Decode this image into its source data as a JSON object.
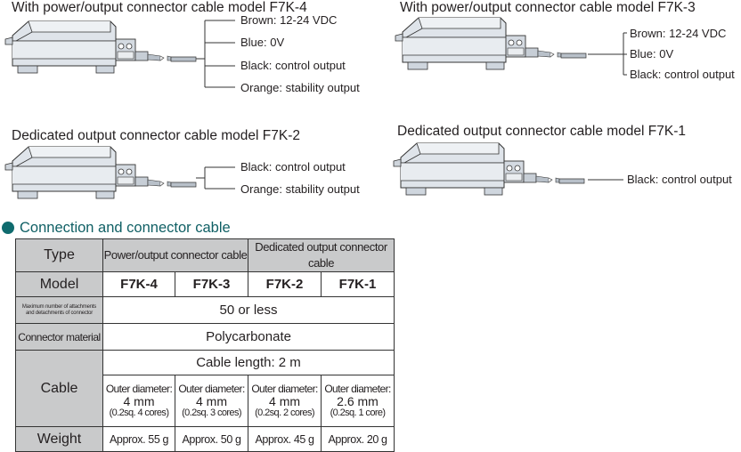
{
  "diagrams": [
    {
      "title": "With power/output connector cable model F7K-4",
      "wires": [
        "Brown: 12-24 VDC",
        "Blue: 0V",
        "Black: control output",
        "Orange: stability output"
      ]
    },
    {
      "title": "With power/output connector cable model F7K-3",
      "wires": [
        "Brown: 12-24 VDC",
        "Blue: 0V",
        "Black: control output"
      ]
    },
    {
      "title": "Dedicated output connector cable model F7K-2",
      "wires": [
        "Black: control output",
        "Orange: stability output"
      ]
    },
    {
      "title": "Dedicated output connector cable model F7K-1",
      "wires": [
        "Black: control output"
      ]
    }
  ],
  "section": {
    "heading": "Connection and connector cable"
  },
  "table": {
    "type_label": "Type",
    "type_groups": [
      "Power/output connector cable",
      "Dedicated output connector cable"
    ],
    "model_label": "Model",
    "models": [
      "F7K-4",
      "F7K-3",
      "F7K-2",
      "F7K-1"
    ],
    "attach_label_1": "Maximum number of attachments",
    "attach_label_2": "and detachments of connector",
    "attach_value": "50 or less",
    "material_label": "Connector material",
    "material_value": "Polycarbonate",
    "cable_label": "Cable",
    "cable_length": "Cable length: 2 m",
    "outer_label": "Outer diameter:",
    "cables": [
      {
        "diameter": "4 mm",
        "cores": "(0.2sq. 4 cores)"
      },
      {
        "diameter": "4 mm",
        "cores": "(0.2sq. 3 cores)"
      },
      {
        "diameter": "4 mm",
        "cores": "(0.2sq. 2 cores)"
      },
      {
        "diameter": "2.6 mm",
        "cores": "(0.2sq. 1 core)"
      }
    ],
    "weight_label": "Weight",
    "weights": [
      "Approx. 55 g",
      "Approx. 50 g",
      "Approx. 45 g",
      "Approx. 20 g"
    ]
  }
}
